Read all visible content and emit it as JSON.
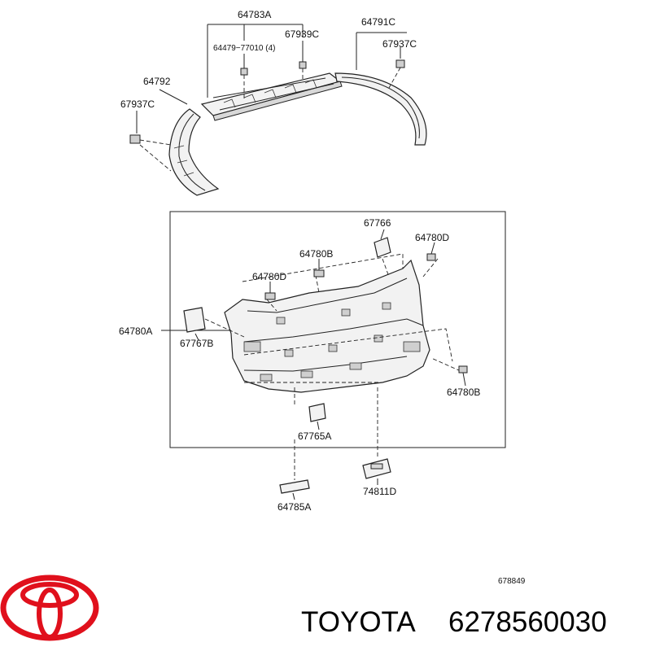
{
  "callouts": {
    "c64783A": "64783A",
    "c64479": "64479−77010 (4)",
    "c67939C": "67939C",
    "c64791C": "64791C",
    "c67937C_right": "67937C",
    "c64792": "64792",
    "c67937C_left": "67937C",
    "c67766": "67766",
    "c64780D_right": "64780D",
    "c64780B_top": "64780B",
    "c64780D_left": "64780D",
    "c64780A": "64780A",
    "c67767B": "67767B",
    "c64780B_right": "64780B",
    "c67765A": "67765A",
    "c74811D": "74811D",
    "c64785A": "64785A"
  },
  "diagram_id": "678849",
  "caption": {
    "brand": "TOYOTA",
    "part_number": "6278560030"
  },
  "colors": {
    "logo_red": "#e0101c",
    "line": "#222222"
  }
}
